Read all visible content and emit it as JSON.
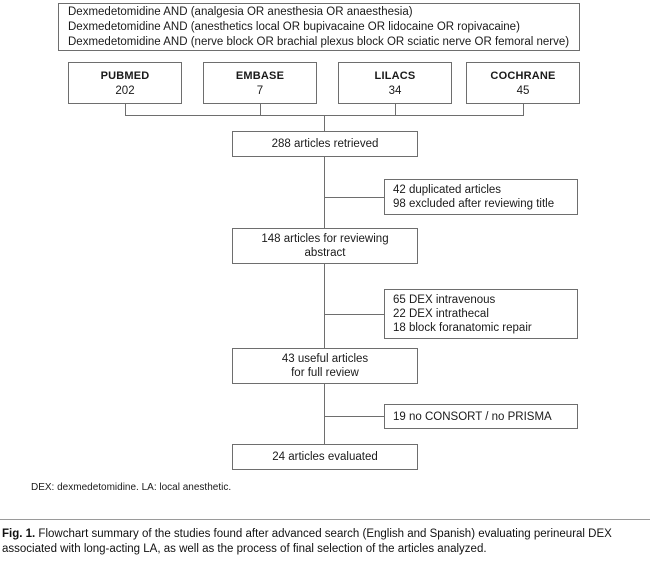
{
  "figure": {
    "search_box": {
      "lines": [
        "Dexmedetomidine AND (analgesia OR anesthesia OR anaesthesia)",
        "Dexmedetomidine AND (anesthetics local OR bupivacaine OR lidocaine OR ropivacaine)",
        "Dexmedetomidine AND (nerve block OR brachial plexus block OR sciatic nerve OR femoral nerve)"
      ],
      "text": "Dexmedetomidine AND (analgesia OR anesthesia OR anaesthesia)\nDexmedetomidine AND (anesthetics local OR bupivacaine OR lidocaine OR ropivacaine)\nDexmedetomidine AND (nerve block OR brachial plexus block OR sciatic nerve OR femoral nerve)"
    },
    "databases": [
      {
        "name": "PUBMED",
        "count": "202"
      },
      {
        "name": "EMBASE",
        "count": "7"
      },
      {
        "name": "LILACS",
        "count": "34"
      },
      {
        "name": "COCHRANE",
        "count": "45"
      }
    ],
    "stages": [
      {
        "id": "retrieved",
        "text": "288 articles retrieved",
        "count": "288"
      },
      {
        "id": "abstract-review",
        "text": "148 articles for reviewing\nabstract",
        "count": "148"
      },
      {
        "id": "full-review",
        "text": "43 useful articles\nfor full review",
        "count": "43"
      },
      {
        "id": "evaluated",
        "text": "24 articles evaluated",
        "count": "24"
      }
    ],
    "exclusions": [
      {
        "id": "exclusion-1",
        "text": "42 duplicated articles\n98 excluded after reviewing title",
        "items": [
          "42 duplicated articles",
          "98 excluded after reviewing title"
        ]
      },
      {
        "id": "exclusion-2",
        "text": "65 DEX intravenous\n22 DEX intrathecal\n18 block foranatomic repair",
        "items": [
          "65 DEX intravenous",
          "22 DEX intrathecal",
          "18 block foranatomic repair"
        ]
      },
      {
        "id": "exclusion-3",
        "text": "19 no CONSORT / no PRISMA",
        "items": [
          "19 no CONSORT / no PRISMA"
        ]
      }
    ],
    "footnote": "DEX: dexmedetomidine. LA: local anesthetic.",
    "caption": {
      "label": "Fig. 1.",
      "text": " Flowchart summary of the studies found after advanced search (English and Spanish) evaluating perineural DEX associated with long-acting LA, as well as the process of final selection of the articles analyzed."
    },
    "colors": {
      "border": "#6e6e6e",
      "text": "#1a1a1a",
      "background": "#ffffff",
      "rule": "#9a9a9a"
    }
  },
  "chart_data": {
    "type": "diagram",
    "title": "PRISMA-style study selection flowchart",
    "nodes": [
      {
        "id": "query",
        "label": "Search strategy (3 query lines)",
        "value": null
      },
      {
        "id": "pubmed",
        "label": "PUBMED",
        "value": 202
      },
      {
        "id": "embase",
        "label": "EMBASE",
        "value": 7
      },
      {
        "id": "lilacs",
        "label": "LILACS",
        "value": 34
      },
      {
        "id": "cochrane",
        "label": "COCHRANE",
        "value": 45
      },
      {
        "id": "retrieved",
        "label": "articles retrieved",
        "value": 288
      },
      {
        "id": "excl1a",
        "label": "duplicated articles",
        "value": 42
      },
      {
        "id": "excl1b",
        "label": "excluded after reviewing title",
        "value": 98
      },
      {
        "id": "abstract",
        "label": "articles for reviewing abstract",
        "value": 148
      },
      {
        "id": "excl2a",
        "label": "DEX intravenous",
        "value": 65
      },
      {
        "id": "excl2b",
        "label": "DEX intrathecal",
        "value": 22
      },
      {
        "id": "excl2c",
        "label": "block foranatomic repair",
        "value": 18
      },
      {
        "id": "full",
        "label": "useful articles for full review",
        "value": 43
      },
      {
        "id": "excl3a",
        "label": "no CONSORT / no PRISMA",
        "value": 19
      },
      {
        "id": "evaluated",
        "label": "articles evaluated",
        "value": 24
      }
    ],
    "edges": [
      {
        "from": "query",
        "to": "pubmed"
      },
      {
        "from": "query",
        "to": "embase"
      },
      {
        "from": "query",
        "to": "lilacs"
      },
      {
        "from": "query",
        "to": "cochrane"
      },
      {
        "from": "pubmed",
        "to": "retrieved"
      },
      {
        "from": "embase",
        "to": "retrieved"
      },
      {
        "from": "lilacs",
        "to": "retrieved"
      },
      {
        "from": "cochrane",
        "to": "retrieved"
      },
      {
        "from": "retrieved",
        "to": "abstract"
      },
      {
        "from": "retrieved",
        "to": "excl1a"
      },
      {
        "from": "abstract",
        "to": "full"
      },
      {
        "from": "abstract",
        "to": "excl2a"
      },
      {
        "from": "full",
        "to": "evaluated"
      },
      {
        "from": "full",
        "to": "excl3a"
      }
    ]
  }
}
